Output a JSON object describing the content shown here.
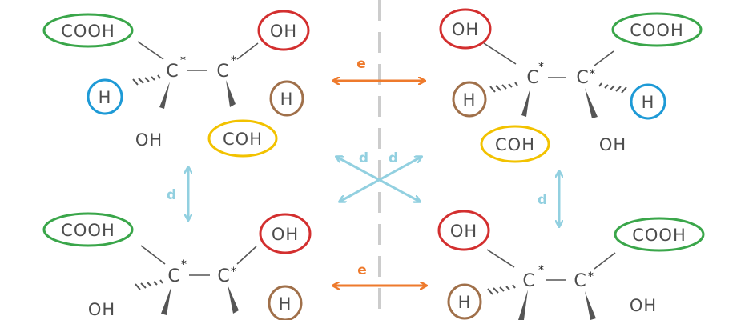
{
  "colors": {
    "cooh": "#3aa64a",
    "oh": "#d32f2f",
    "h_blue": "#1e9ad6",
    "h_brown": "#a0704a",
    "coh": "#f2c200",
    "enantiomer": "#ee7a2c",
    "diastereomer": "#92d0e0",
    "divider": "#cccccc",
    "bond": "#555555"
  },
  "labels": {
    "cooh": "COOH",
    "oh": "OH",
    "h": "H",
    "coh": "COH",
    "carbon": "C",
    "stereo_mark": "*",
    "enantiomer": "e",
    "diastereomer": "d"
  }
}
